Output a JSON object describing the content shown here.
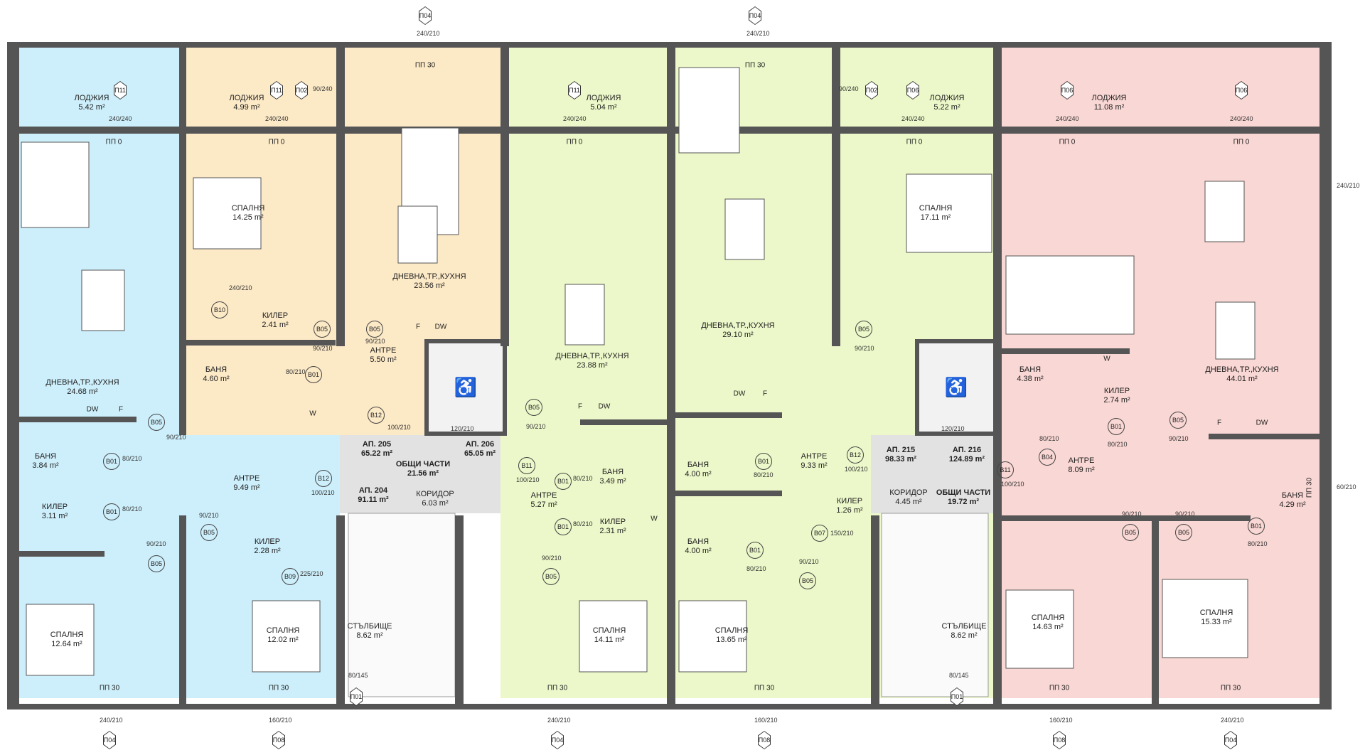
{
  "colors": {
    "apt204": "#cdeffb",
    "apt205": "#fce9c6",
    "apt206": "#ecf8c9",
    "apt215": "#ecf8c9",
    "apt216": "#f9d7d4",
    "common": "#e2e2e2",
    "wall": "#555555"
  },
  "rooms": [
    {
      "name": "ЛОДЖИЯ",
      "area": "5.42 m²"
    },
    {
      "name": "ДНЕВНА,ТР.,КУХНЯ",
      "area": "24.68 m²"
    },
    {
      "name": "БАНЯ",
      "area": "3.84 m²"
    },
    {
      "name": "КИЛЕР",
      "area": "3.11 m²"
    },
    {
      "name": "АНТРЕ",
      "area": "9.49 m²"
    },
    {
      "name": "КИЛЕР",
      "area": "2.28 m²"
    },
    {
      "name": "СПАЛНЯ",
      "area": "12.64 m²"
    },
    {
      "name": "СПАЛНЯ",
      "area": "12.02 m²"
    },
    {
      "name": "ЛОДЖИЯ",
      "area": "4.99 m²"
    },
    {
      "name": "СПАЛНЯ",
      "area": "14.25 m²"
    },
    {
      "name": "ДНЕВНА,ТР.,КУХНЯ",
      "area": "23.56 m²"
    },
    {
      "name": "КИЛЕР",
      "area": "2.41 m²"
    },
    {
      "name": "БАНЯ",
      "area": "4.60 m²"
    },
    {
      "name": "АНТРЕ",
      "area": "5.50 m²"
    },
    {
      "name": "КОРИДОР",
      "area": "6.03 m²"
    },
    {
      "name": "СТЪЛБИЩЕ",
      "area": "8.62 m²"
    },
    {
      "name": "ЛОДЖИЯ",
      "area": "5.04 m²"
    },
    {
      "name": "ДНЕВНА,ТР.,КУХНЯ",
      "area": "23.88 m²"
    },
    {
      "name": "БАНЯ",
      "area": "3.49 m²"
    },
    {
      "name": "АНТРЕ",
      "area": "5.27 m²"
    },
    {
      "name": "КИЛЕР",
      "area": "2.31 m²"
    },
    {
      "name": "СПАЛНЯ",
      "area": "14.11 m²"
    },
    {
      "name": "ДНЕВНА,ТР.,КУХНЯ",
      "area": "29.10 m²"
    },
    {
      "name": "БАНЯ",
      "area": "4.00 m²"
    },
    {
      "name": "БАНЯ",
      "area": "4.00 m²"
    },
    {
      "name": "АНТРЕ",
      "area": "9.33 m²"
    },
    {
      "name": "СПАЛНЯ",
      "area": "13.65 m²"
    },
    {
      "name": "ЛОДЖИЯ",
      "area": "5.22 m²"
    },
    {
      "name": "СПАЛНЯ",
      "area": "17.11 m²"
    },
    {
      "name": "КИЛЕР",
      "area": "1.26 m²"
    },
    {
      "name": "КОРИДОР",
      "area": "4.45 m²"
    },
    {
      "name": "СТЪЛБИЩЕ",
      "area": "8.62 m²"
    },
    {
      "name": "ЛОДЖИЯ",
      "area": "11.08 m²"
    },
    {
      "name": "ДНЕВНА,ТР.,КУХНЯ",
      "area": "44.01 m²"
    },
    {
      "name": "БАНЯ",
      "area": "4.38 m²"
    },
    {
      "name": "КИЛЕР",
      "area": "2.74 m²"
    },
    {
      "name": "АНТРЕ",
      "area": "8.09 m²"
    },
    {
      "name": "БАНЯ",
      "area": "4.29 m²"
    },
    {
      "name": "СПАЛНЯ",
      "area": "14.63 m²"
    },
    {
      "name": "СПАЛНЯ",
      "area": "15.33 m²"
    }
  ],
  "apartments": [
    {
      "name": "АП. 205",
      "area": "65.22 m²"
    },
    {
      "name": "ОБЩИ ЧАСТИ",
      "area": "21.56 m²"
    },
    {
      "name": "АП. 206",
      "area": "65.05 m²"
    },
    {
      "name": "АП. 204",
      "area": "91.11 m²"
    },
    {
      "name": "АП. 215",
      "area": "98.33 m²"
    },
    {
      "name": "АП. 216",
      "area": "124.89 m²"
    },
    {
      "name": "ОБЩИ ЧАСТИ",
      "area": "19.72 m²"
    }
  ],
  "window_tags_top": [
    "П11",
    "П11",
    "П02",
    "П04",
    "П11",
    "П04",
    "П02",
    "П06",
    "П06",
    "П06"
  ],
  "window_tags_bottom": [
    "П04",
    "П08",
    "П01",
    "П04",
    "П08",
    "П01",
    "П08",
    "П04"
  ],
  "window_dims_top": [
    "240/240",
    "240/240",
    "90/240",
    "240/210",
    "240/240",
    "240/210",
    "90/240",
    "240/240",
    "240/240",
    "240/240"
  ],
  "window_dims_bottom": [
    "240/210",
    "160/210",
    "80/145",
    "240/210",
    "160/210",
    "80/145",
    "160/210",
    "240/210"
  ],
  "side_dims": [
    "240/210",
    "60/210"
  ],
  "sills_top": [
    "ПП 0",
    "ПП 0",
    "ПП 30",
    "ПП 0",
    "ПП 30",
    "ПП 0",
    "ПП 0",
    "ПП 0"
  ],
  "sills_bottom": [
    "ПП 30",
    "ПП 30",
    "ПП 30",
    "ПП 30",
    "ПП 30",
    "ПП 30"
  ],
  "side_sill": "ПП 30",
  "door_tags": [
    {
      "tag": "В05",
      "dim": "90/210"
    },
    {
      "tag": "В05",
      "dim": "90/210"
    },
    {
      "tag": "В05",
      "dim": "90/210"
    },
    {
      "tag": "В05",
      "dim": "90/210"
    },
    {
      "tag": "В05",
      "dim": "90/210"
    },
    {
      "tag": "В05",
      "dim": "90/210"
    },
    {
      "tag": "В05",
      "dim": "90/210"
    },
    {
      "tag": "В05",
      "dim": "90/210"
    },
    {
      "tag": "В05",
      "dim": "90/210"
    },
    {
      "tag": "В05",
      "dim": "90/210"
    },
    {
      "tag": "В05",
      "dim": "90/210"
    },
    {
      "tag": "В05",
      "dim": "90/210"
    },
    {
      "tag": "В01",
      "dim": "80/210"
    },
    {
      "tag": "В01",
      "dim": "80/210"
    },
    {
      "tag": "В01",
      "dim": "80/210"
    },
    {
      "tag": "В01",
      "dim": "80/210"
    },
    {
      "tag": "В01",
      "dim": "80/210"
    },
    {
      "tag": "В01",
      "dim": "80/210"
    },
    {
      "tag": "В01",
      "dim": "80/210"
    },
    {
      "tag": "В01",
      "dim": "80/210"
    },
    {
      "tag": "В01",
      "dim": "80/210"
    },
    {
      "tag": "В12",
      "dim": "100/210"
    },
    {
      "tag": "В12",
      "dim": "100/210"
    },
    {
      "tag": "В12",
      "dim": "100/210"
    },
    {
      "tag": "В11",
      "dim": "100/210"
    },
    {
      "tag": "В11",
      "dim": "100/210"
    },
    {
      "tag": "В10",
      "dim": "240/210"
    },
    {
      "tag": "В09",
      "dim": "225/210"
    },
    {
      "tag": "В04",
      "dim": "80/210"
    },
    {
      "tag": "В07",
      "dim": "150/210"
    }
  ],
  "elevator_dims": [
    "120/210",
    "120/210"
  ],
  "appliances": [
    "DW",
    "F",
    "W",
    "F",
    "DW",
    "F",
    "DW",
    "W",
    "DW",
    "F",
    "W",
    "F",
    "DW"
  ]
}
